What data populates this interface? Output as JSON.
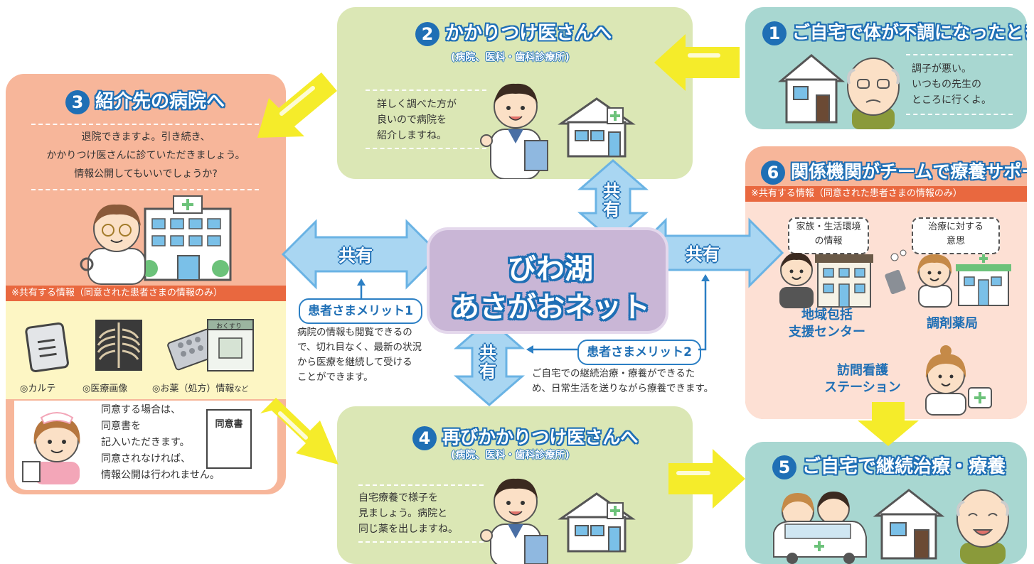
{
  "step1": {
    "num": "1",
    "title": "ご自宅で体が不調になったとき",
    "speech": [
      "調子が悪い。",
      "いつもの先生の",
      "ところに行くよ。"
    ]
  },
  "step2": {
    "num": "2",
    "title": "かかりつけ医さんへ",
    "subtitle": "(病院、医科・歯科診療所)",
    "speech": [
      "詳しく調べた方が",
      "良いので病院を",
      "紹介しますね。"
    ]
  },
  "step3": {
    "num": "3",
    "title": "紹介先の病院へ",
    "speech": [
      "退院できますよ。引き続き、",
      "かかりつけ医さんに診ていただきましょう。",
      "情報公開してもいいでしょうか?"
    ],
    "share_band": "※共有する情報（同意された患者さまの情報のみ）",
    "items": [
      "◎カルテ",
      "◎医療画像",
      "◎お薬（処方）情報"
    ],
    "items_suffix": "など",
    "medicine_bag_label": "おくすり",
    "consent_doc_label": "同意書",
    "consent_text": [
      "同意する場合は、",
      "同意書を",
      "記入いただきます。",
      "同意されなければ、",
      "情報公開は行われません。"
    ]
  },
  "step4": {
    "num": "4",
    "title": "再びかかりつけ医さんへ",
    "subtitle": "(病院、医科・歯科診療所)",
    "speech": [
      "自宅療養で様子を",
      "見ましょう。病院と",
      "同じ薬を出しますね。"
    ]
  },
  "step5": {
    "num": "5",
    "title": "ご自宅で継続治療・療養"
  },
  "step6": {
    "num": "6",
    "title": "関係機関がチームで療養サポート",
    "share_band": "※共有する情報（同意された患者さまの情報のみ）",
    "bubble1": [
      "家族・生活環境",
      "の情報"
    ],
    "bubble2": [
      "治療に対する",
      "意思"
    ],
    "org1": [
      "地域包括",
      "支援センター"
    ],
    "org2": "調剤薬局",
    "org3": [
      "訪問看護",
      "ステーション"
    ]
  },
  "center": {
    "line1": "びわ湖",
    "line2": "あさがおネット"
  },
  "share_label": "共有",
  "share_label_v": [
    "共",
    "有"
  ],
  "merit1": {
    "label": "患者さまメリット1",
    "text": [
      "病院の情報も閲覧できるの",
      "で、切れ目なく、最新の状況",
      "から医療を継続して受ける",
      "ことができます。"
    ]
  },
  "merit2": {
    "label": "患者さまメリット2",
    "text": [
      "ご自宅での継続治療・療養ができるた",
      "め、日常生活を送りながら療養できます。"
    ]
  },
  "colors": {
    "blue": "#1f6fb5",
    "yellow_arrow": "#f5ec2a",
    "green_panel": "#dbe7b5",
    "teal_panel": "#a8d7d1",
    "salmon_panel": "#f7b69a",
    "orange_band": "#e9683f",
    "center_bg": "#c9b6d6"
  }
}
